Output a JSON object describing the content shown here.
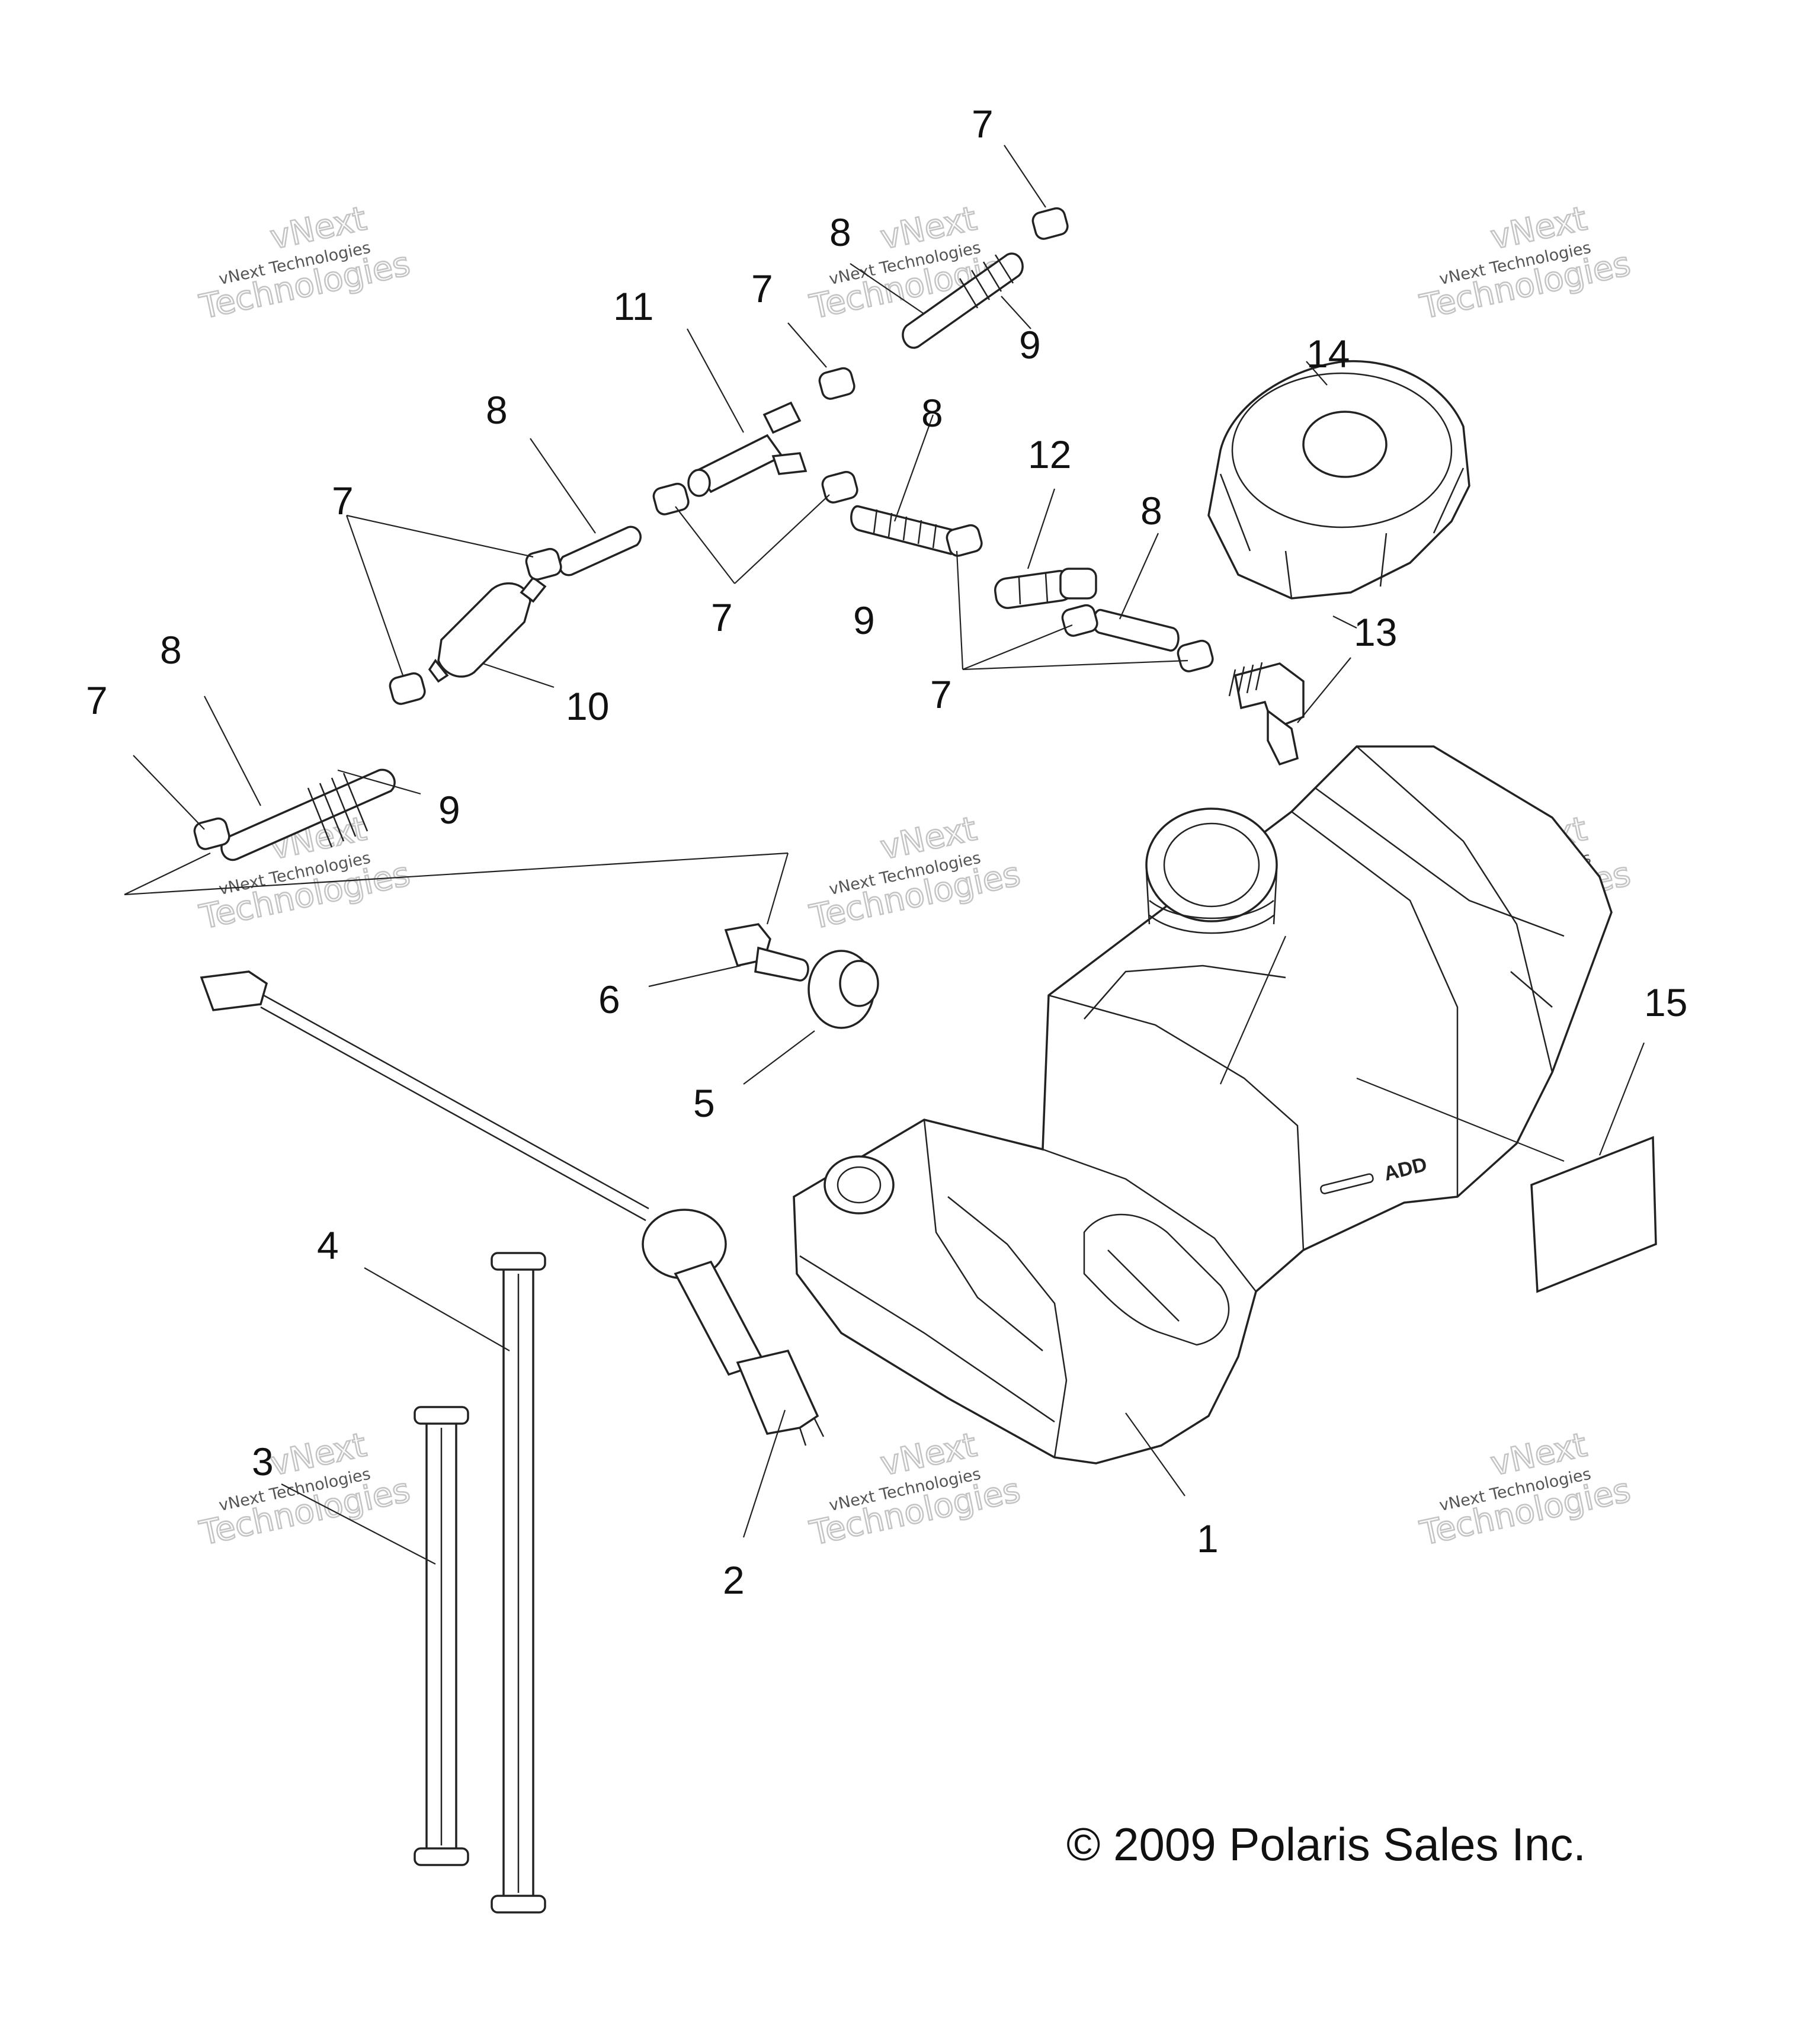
{
  "diagram": {
    "callouts": [
      {
        "id": "c7a",
        "label": "7"
      },
      {
        "id": "c8a",
        "label": "8"
      },
      {
        "id": "c7b",
        "label": "7"
      },
      {
        "id": "c9a",
        "label": "9"
      },
      {
        "id": "c11",
        "label": "11"
      },
      {
        "id": "c8b",
        "label": "8"
      },
      {
        "id": "c14",
        "label": "14"
      },
      {
        "id": "c8c",
        "label": "8"
      },
      {
        "id": "c12",
        "label": "12"
      },
      {
        "id": "c7c",
        "label": "7"
      },
      {
        "id": "c8d",
        "label": "8"
      },
      {
        "id": "c7d",
        "label": "7"
      },
      {
        "id": "c9b",
        "label": "9"
      },
      {
        "id": "c13",
        "label": "13"
      },
      {
        "id": "c7e",
        "label": "7"
      },
      {
        "id": "c8e",
        "label": "8"
      },
      {
        "id": "c10",
        "label": "10"
      },
      {
        "id": "c7f",
        "label": "7"
      },
      {
        "id": "c9c",
        "label": "9"
      },
      {
        "id": "c6",
        "label": "6"
      },
      {
        "id": "c5",
        "label": "5"
      },
      {
        "id": "c15",
        "label": "15"
      },
      {
        "id": "c4",
        "label": "4"
      },
      {
        "id": "c3",
        "label": "3"
      },
      {
        "id": "c2",
        "label": "2"
      },
      {
        "id": "c1",
        "label": "1"
      }
    ],
    "tank_marking": "ADD",
    "copyright": "© 2009 Polaris Sales Inc."
  },
  "watermark": {
    "line1": "vNext",
    "line2": "vNext Technologies",
    "line3": "Technologies"
  }
}
